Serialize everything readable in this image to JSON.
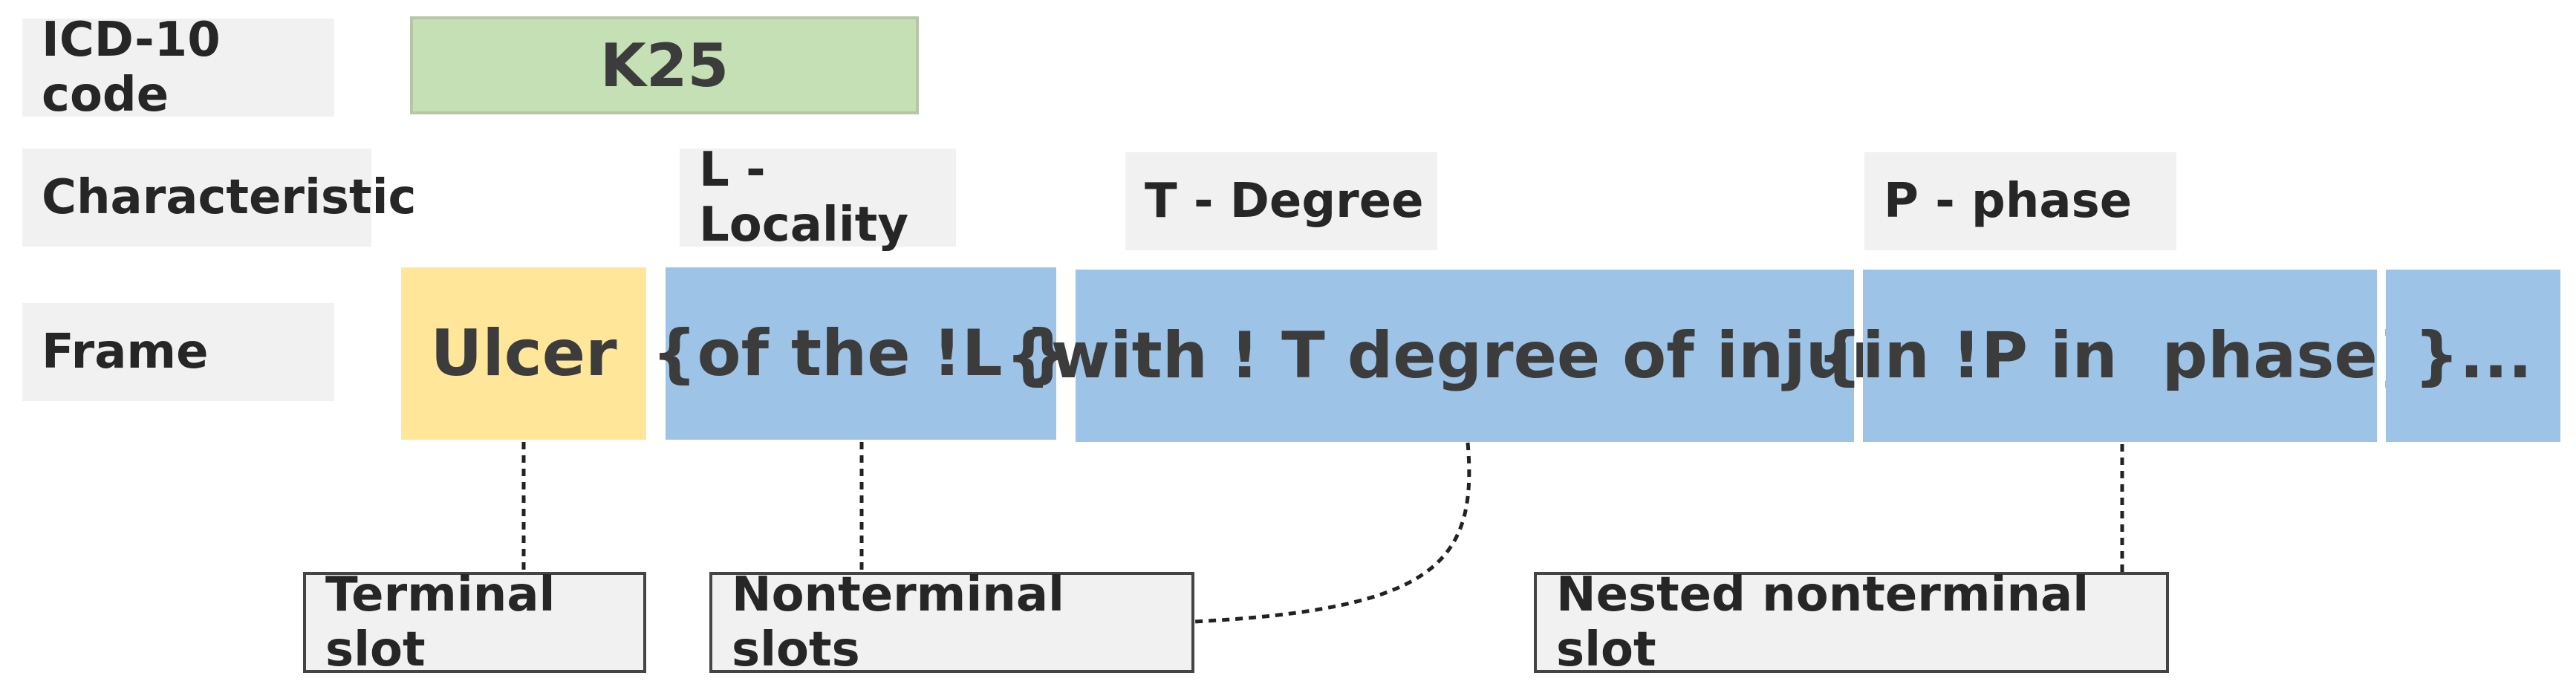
{
  "rows": {
    "icd_label": "ICD-10 code",
    "characteristic_label": "Characteristic",
    "frame_label": "Frame"
  },
  "icd_code": "K25",
  "characteristics": {
    "locality": "L - Locality",
    "degree": "T - Degree",
    "phase": "P - phase"
  },
  "frame": {
    "terminal": "Ulcer",
    "locality_slot": "{of the !L }",
    "degree_slot": "{with ! T degree of injury",
    "phase_slot": "{in !P in  phase}",
    "closing": "}..."
  },
  "slot_labels": {
    "terminal": "Terminal slot",
    "nonterminal": "Nonterminal slots",
    "nested": "Nested nonterminal slot"
  },
  "colors": {
    "code_fill": "#c5e0b4",
    "terminal_fill": "#ffe699",
    "slot_fill": "#9dc3e6",
    "label_fill": "#f1f1f1"
  }
}
